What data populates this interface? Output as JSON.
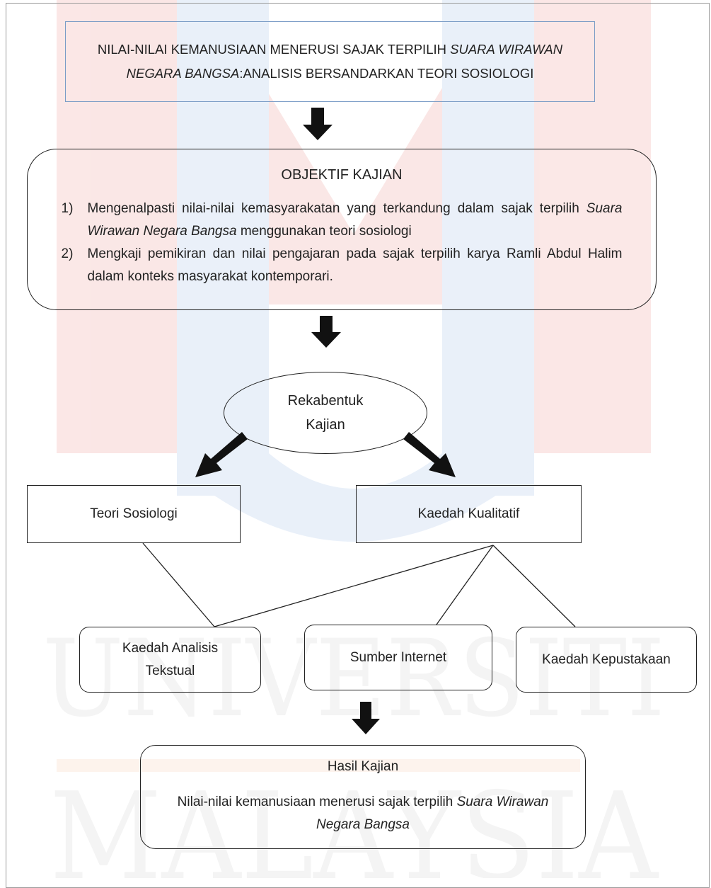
{
  "title": {
    "line1_prefix": "NILAI-NILAI KEMANUSIAAN MENERUSI SAJAK TERPILIH ",
    "line1_italic": "SUARA WIRAWAN",
    "line2_italic": "NEGARA BANGSA",
    "line2_suffix": ":ANALISIS BERSANDARKAN TEORI SOSIOLOGI"
  },
  "objectives": {
    "heading": "OBJEKTIF KAJIAN",
    "items": [
      {
        "number": "1)",
        "text_before": "Mengenalpasti nilai-nilai kemasyarakatan yang terkandung dalam sajak terpilih ",
        "italic": "Suara Wirawan Negara Bangsa",
        "text_after": " menggunakan teori sosiologi"
      },
      {
        "number": "2)",
        "text_before": "Mengkaji pemikiran dan nilai pengajaran pada sajak terpilih karya Ramli Abdul Halim dalam konteks masyarakat kontemporari.",
        "italic": "",
        "text_after": ""
      }
    ]
  },
  "design": {
    "label": "Rekabentuk Kajian"
  },
  "branches": {
    "theory": "Teori Sosiologi",
    "method": "Kaedah Kualitatif"
  },
  "methods": {
    "textual": "Kaedah Analisis Tekstual",
    "internet": "Sumber Internet",
    "library": "Kaedah Kepustakaan"
  },
  "result": {
    "heading": "Hasil Kajian",
    "body_prefix": "Nilai-nilai kemanusiaan menerusi sajak terpilih ",
    "body_italic": "Suara Wirawan Negara Bangsa"
  },
  "watermark": {
    "text1": "UNIVERSITI",
    "text2": "MALAYSIA",
    "red": "#e0483f",
    "blue": "#5a8fd6",
    "orange": "#f0a070",
    "grey": "#9e9e9e"
  }
}
